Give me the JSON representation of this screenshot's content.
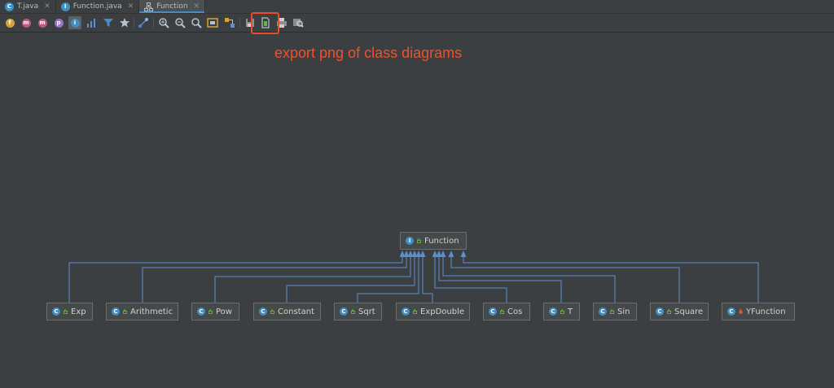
{
  "tabs": [
    {
      "label": "T.java",
      "icon": "C",
      "icon_color": "#3f8fc4",
      "closable": true
    },
    {
      "label": "Function.java",
      "icon": "I",
      "icon_color": "#3f8fc4",
      "closable": true
    },
    {
      "label": "Function",
      "icon": "diagram",
      "closable": true,
      "active": true
    }
  ],
  "toolbar": {
    "badges": [
      {
        "letter": "f",
        "color": "#d8a13a"
      },
      {
        "letter": "m",
        "color": "#c0567c"
      },
      {
        "letter": "m",
        "color": "#c0567c"
      },
      {
        "letter": "p",
        "color": "#9a6fcf"
      },
      {
        "letter": "i",
        "color": "#3f8fc4"
      }
    ]
  },
  "annotation": "export png of class diagrams",
  "diagram": {
    "root": {
      "name": "Function",
      "kind": "interface"
    },
    "children": [
      {
        "name": "Exp",
        "access": "public"
      },
      {
        "name": "Arithmetic",
        "access": "public"
      },
      {
        "name": "Pow",
        "access": "public"
      },
      {
        "name": "Constant",
        "access": "public"
      },
      {
        "name": "Sqrt",
        "access": "public"
      },
      {
        "name": "ExpDouble",
        "access": "public"
      },
      {
        "name": "Cos",
        "access": "public"
      },
      {
        "name": "T",
        "access": "public"
      },
      {
        "name": "Sin",
        "access": "public"
      },
      {
        "name": "Square",
        "access": "public"
      },
      {
        "name": "YFunction",
        "access": "private"
      }
    ],
    "colors": {
      "edge": "#5b8fd0",
      "class_icon": "#3f8fc4",
      "public": "#6aa84f",
      "private": "#d0683a"
    }
  }
}
